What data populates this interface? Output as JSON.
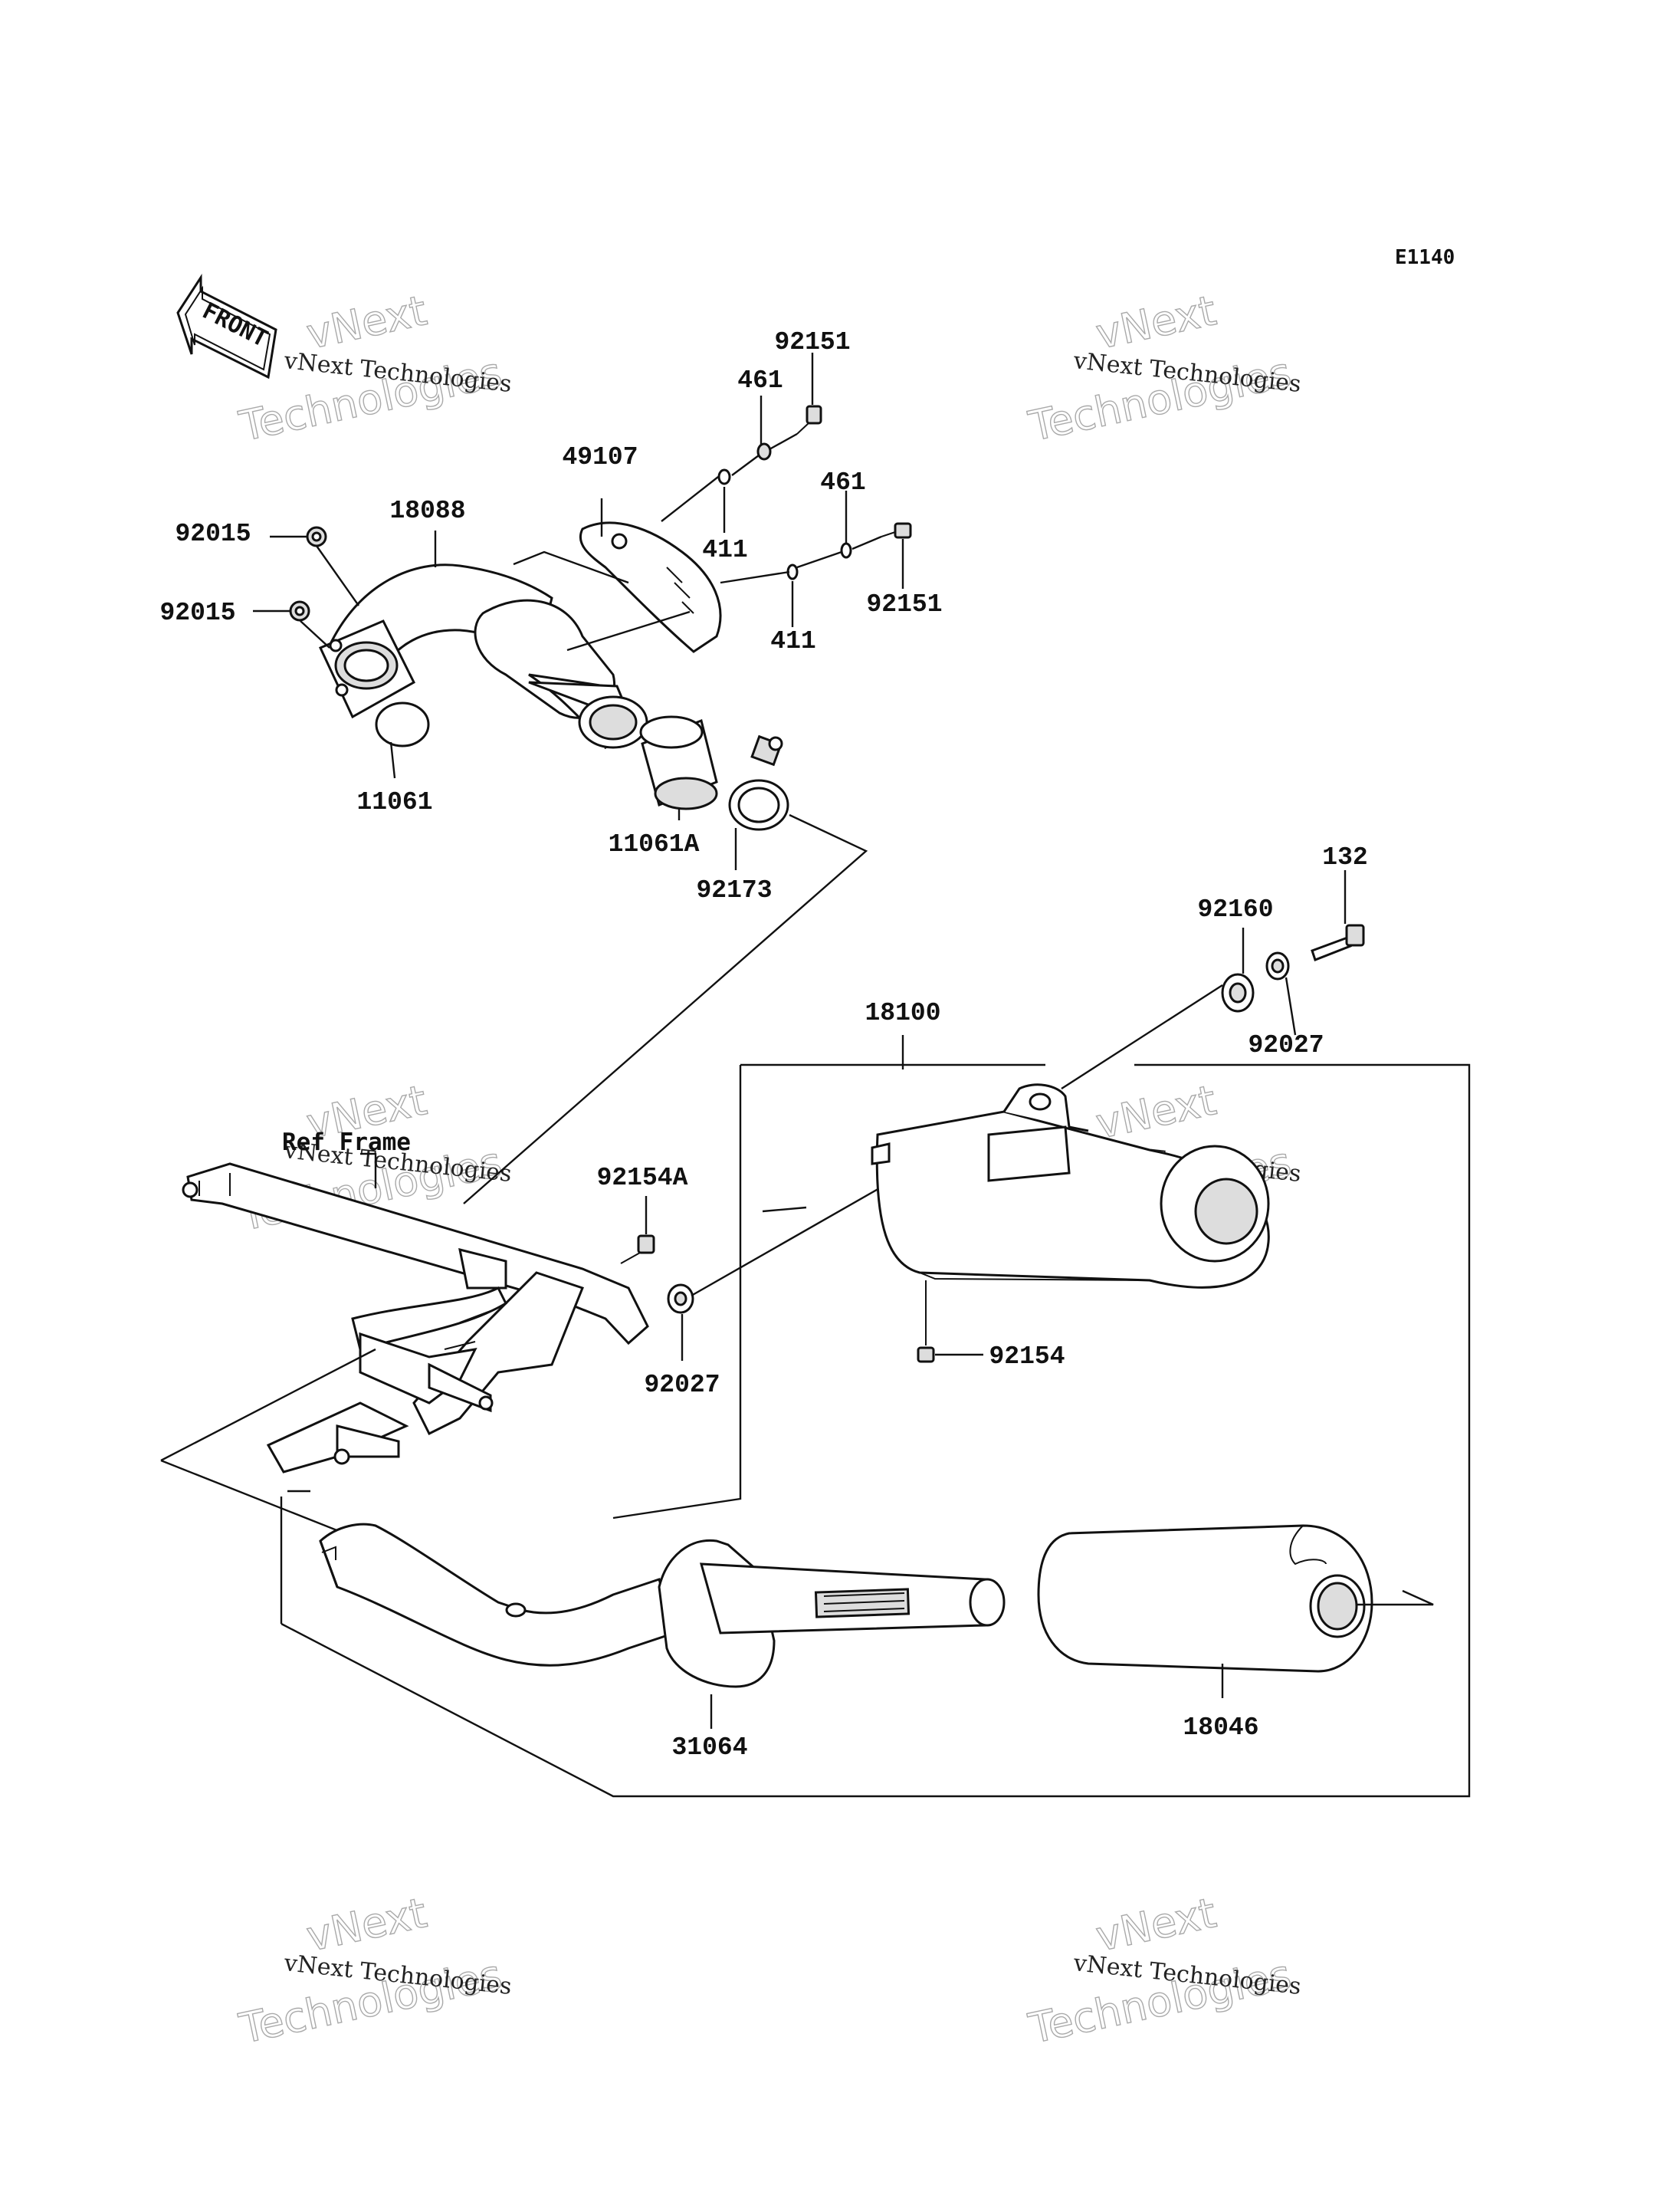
{
  "diagram_code": "E1140",
  "front_arrow_label": "FRONT",
  "ref_frame_label": "Ref Frame",
  "watermark": {
    "small": "vNext Technologies",
    "line1": "vNext",
    "line2": "Technologies"
  },
  "parts": {
    "p92151_top": "92151",
    "p461_top": "461",
    "p49107": "49107",
    "p18088": "18088",
    "p92015_a": "92015",
    "p92015_b": "92015",
    "p411_a": "411",
    "p461_b": "461",
    "p92151_b": "92151",
    "p411_b": "411",
    "p11061": "11061",
    "p11061A": "11061A",
    "p92173": "92173",
    "p132": "132",
    "p92160": "92160",
    "p92027_a": "92027",
    "p18100": "18100",
    "p92154A": "92154A",
    "p92027_b": "92027",
    "p92154": "92154",
    "p31064": "31064",
    "p18046": "18046"
  },
  "colors": {
    "line": "#111111",
    "background": "#ffffff",
    "watermark": "#aaaaaa"
  }
}
